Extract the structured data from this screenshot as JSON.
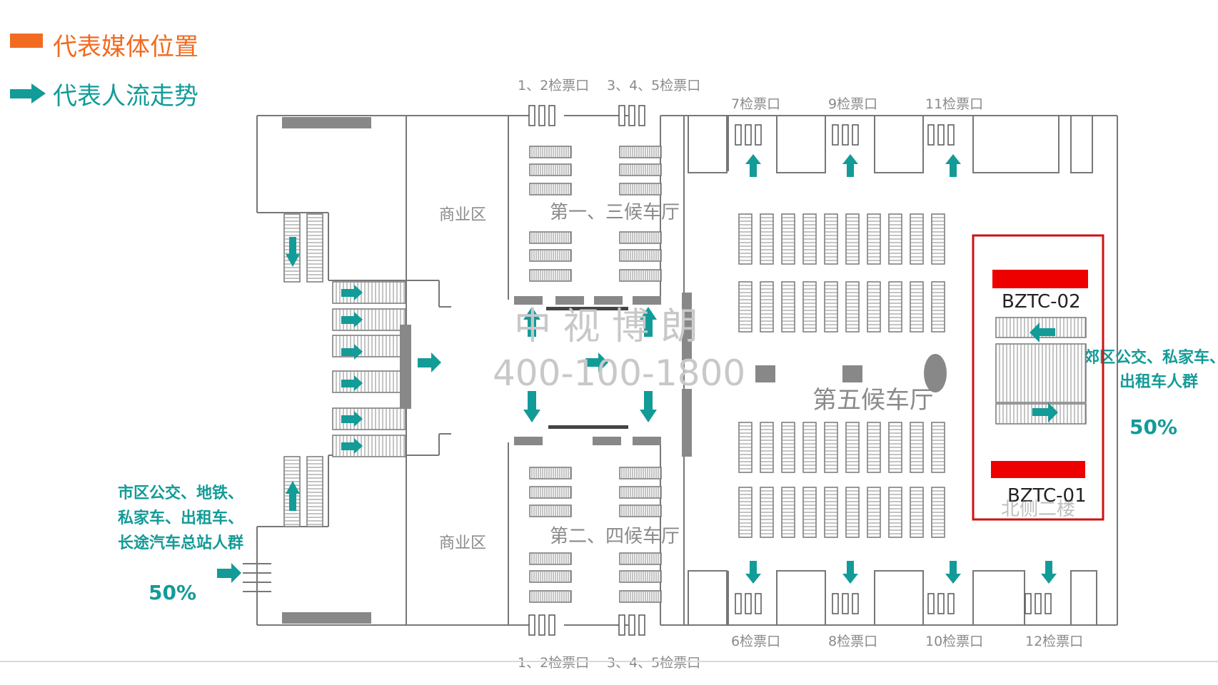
{
  "legend": {
    "media": {
      "label": "代表媒体位置",
      "color": "#f26b21"
    },
    "flow": {
      "label": "代表人流走势",
      "color": "#139b98"
    }
  },
  "gates": {
    "top_1_2": "1、2检票口",
    "top_3_4_5": "3、4、5检票口",
    "top_7": "7检票口",
    "top_9": "9检票口",
    "top_11": "11检票口",
    "bottom_6": "6检票口",
    "bottom_8": "8检票口",
    "bottom_10": "10检票口",
    "bottom_12": "12检票口",
    "bottom_1_2": "1、2检票口",
    "bottom_3_4_5": "3、4、5检票口"
  },
  "zones": {
    "commercial_top": "商业区",
    "commercial_bottom": "商业区",
    "hall_1_3": "第一、三候车厅",
    "hall_2_4": "第二、四候车厅",
    "hall_5": "第五候车厅",
    "north_building": "北侧二楼"
  },
  "crowds": {
    "left": {
      "line1": "市区公交、地铁、",
      "line2": "私家车、出租车、",
      "line3": "长途汽车总站人群",
      "percent": "50%"
    },
    "right": {
      "line1": "郊区公交、私家车、",
      "line2": "出租车人群",
      "percent": "50%"
    }
  },
  "media": {
    "bztc02": "BZTC-02",
    "bztc01": "BZTC-01",
    "bar_color": "#ee0000",
    "frame_color": "#d01010"
  },
  "watermark": {
    "name": "中 视 博 朗",
    "phone": "400-100-1800"
  }
}
